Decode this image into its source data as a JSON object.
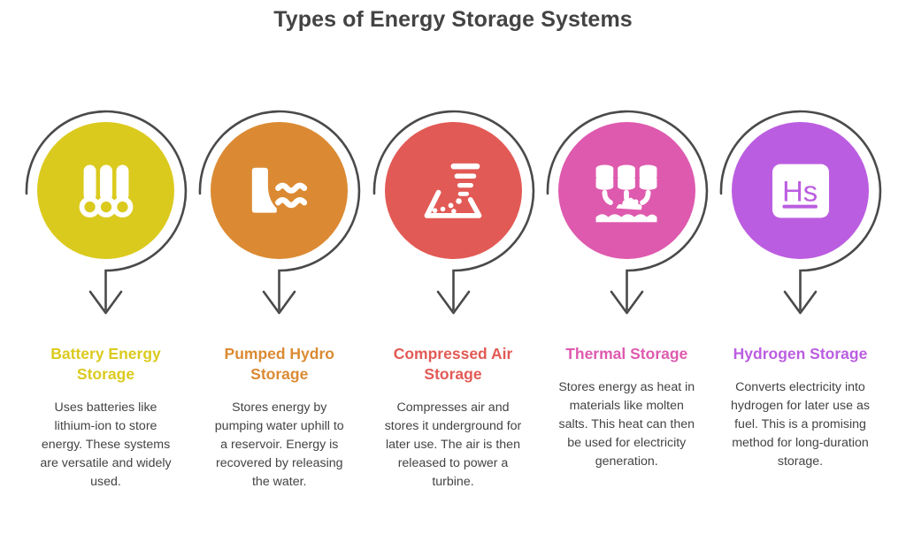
{
  "title": "Types of Energy Storage Systems",
  "theme": {
    "text_color": "#434343",
    "arc_color": "#4a4a4a",
    "icon_color": "#ffffff",
    "background": "#ffffff"
  },
  "columns": [
    {
      "id": "battery-energy-storage",
      "color": "#DBCA1E",
      "icon": "battery-cells-icon",
      "heading": "Battery Energy Storage",
      "description": "Uses batteries like lithium-ion to store energy. These systems are versatile and widely used."
    },
    {
      "id": "pumped-hydro-storage",
      "color": "#DB8A33",
      "icon": "dam-water-icon",
      "heading": "Pumped Hydro Storage",
      "description": "Stores energy by pumping water uphill to a reservoir. Energy is recovered by releasing the water."
    },
    {
      "id": "compressed-air-storage",
      "color": "#E25A55",
      "icon": "compressed-air-cavern-icon",
      "heading": "Compressed Air Storage",
      "description": "Compresses air and stores it underground for later use. The air is then released to power a turbine."
    },
    {
      "id": "thermal-storage",
      "color": "#DE5AAE",
      "icon": "molten-salt-tanks-icon",
      "heading": "Thermal Storage",
      "description": "Stores energy as heat in materials like molten salts. This heat can then be used for electricity generation."
    },
    {
      "id": "hydrogen-storage",
      "color": "#BB5DE0",
      "icon": "hydrogen-element-icon",
      "heading": "Hydrogen Storage",
      "description": "Converts electricity into hydrogen for later use as fuel. This is a promising method for long-duration storage."
    }
  ]
}
